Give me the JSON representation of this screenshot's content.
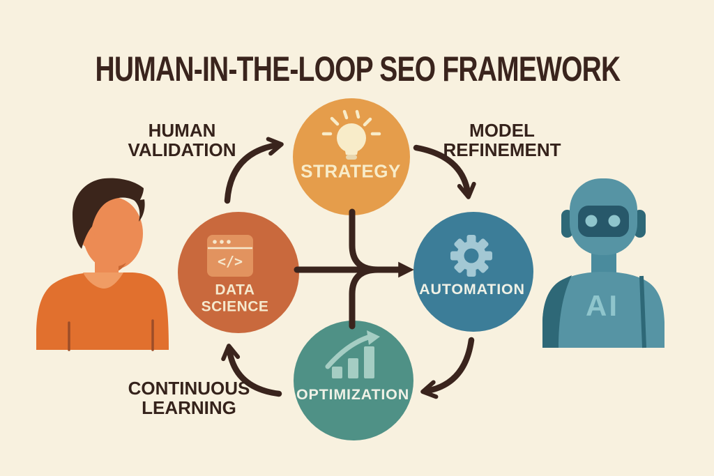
{
  "title": "HUMAN-IN-THE-LOOP SEO FRAMEWORK",
  "diagram": {
    "nodes": [
      {
        "id": "strategy",
        "label": "STRATEGY",
        "color": "#E59D4B",
        "icon": "lightbulb-icon"
      },
      {
        "id": "data-science",
        "label": "DATA\nSCIENCE",
        "color": "#C9693D",
        "icon": "code-window-icon",
        "icon_glyph": "</>"
      },
      {
        "id": "automation",
        "label": "AUTOMATION",
        "color": "#3C7D98",
        "icon": "gear-icon"
      },
      {
        "id": "optimization",
        "label": "OPTIMIZATION",
        "color": "#4F9186",
        "icon": "growth-chart-icon"
      }
    ],
    "flow_labels": [
      {
        "id": "human-validation",
        "text": "HUMAN\nVALIDATION"
      },
      {
        "id": "model-refinement",
        "text": "MODEL\nREFINEMENT"
      },
      {
        "id": "continuous-learning",
        "text": "CONTINUOUS\nLEARNING"
      }
    ]
  },
  "figures": {
    "robot": {
      "label": "AI"
    }
  },
  "colors": {
    "background": "#F8F1DF",
    "ink": "#3A241D",
    "title_text": "#3A241D",
    "strategy_icon": "#F8ECC9",
    "data_science_icon": "#E2935F",
    "automation_icon": "#A3C8D4",
    "optimization_icon": "#A5CDC3",
    "human_skin": "#EC8B54",
    "human_shirt": "#E1702E",
    "human_hair": "#3B251B",
    "robot_body": "#5694A4",
    "robot_visor": "#27586A",
    "robot_eyes": "#8FC5CC",
    "robot_shadow": "#2E6877"
  }
}
